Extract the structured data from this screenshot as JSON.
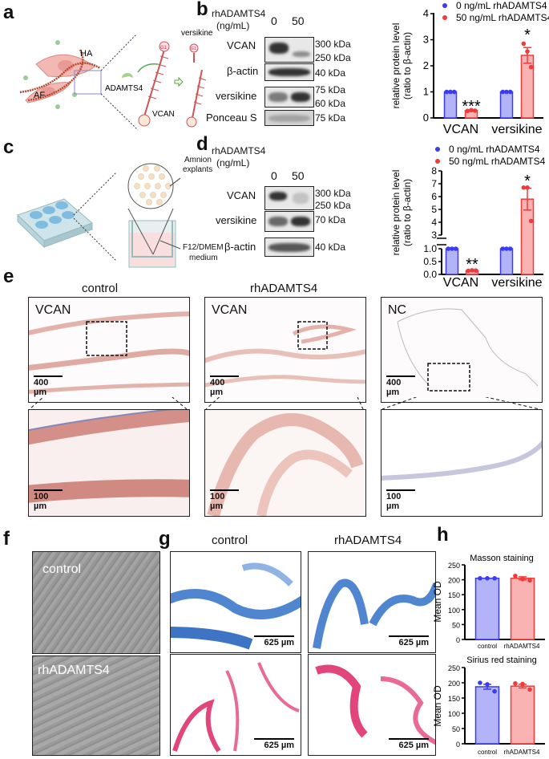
{
  "panel_labels": {
    "a": "a",
    "b": "b",
    "c": "c",
    "d": "d",
    "e": "e",
    "f": "f",
    "g": "g",
    "h": "h"
  },
  "panel_a": {
    "ha": "HA",
    "af": "AF",
    "enzyme": "ADAMTS4",
    "vcan": "VCAN",
    "versikine": "versikine",
    "g1": "G1",
    "g1b": "G1"
  },
  "panel_b": {
    "treatment_line1": "rhADAMTS4",
    "treatment_line2": "(ng/mL)",
    "dose0": "0",
    "dose50": "50",
    "rows": [
      "VCAN",
      "β-actin",
      "versikine",
      "Ponceau S"
    ],
    "markers": [
      "300 kDa",
      "250 kDa",
      "40 kDa",
      "75 kDa",
      "60 kDa",
      "75 kDa"
    ]
  },
  "panel_c": {
    "explants": "Amnion explants",
    "explants1": "Amnion",
    "explants2": "explants",
    "medium1": "F12/DMEM",
    "medium2": "medium"
  },
  "panel_d": {
    "treatment_line1": "rhADAMTS4",
    "treatment_line2": "(ng/mL)",
    "dose0": "0",
    "dose50": "50",
    "rows": [
      "VCAN",
      "versikine",
      "β-actin"
    ],
    "markers": [
      "300 kDa",
      "250 kDa",
      "70 kDa",
      "40 kDa"
    ]
  },
  "panel_e": {
    "col_titles": [
      "control",
      "rhADAMTS4"
    ],
    "stain_labels": [
      "VCAN",
      "VCAN",
      "NC"
    ],
    "scale_top": "400 µm",
    "scale_bottom": "100 µm"
  },
  "panel_f": {
    "labels": [
      "control",
      "rhADAMTS4"
    ]
  },
  "panel_g": {
    "col_titles": [
      "control",
      "rhADAMTS4"
    ],
    "scale": "625 µm"
  },
  "colors": {
    "control": "#3b3bf0",
    "control_fill": "#b3b3f7",
    "treated": "#f03b3b",
    "treated_fill": "#f9b3b3"
  },
  "chart_data": [
    {
      "type": "bar",
      "id": "b",
      "ylabel": "relative protein level (ratio to β-actin)",
      "ylabel1": "relative protein level",
      "ylabel2": "(ratio to β-actin)",
      "categories": [
        "VCAN",
        "versikine"
      ],
      "ylim": [
        0,
        4
      ],
      "yticks": [
        "0",
        "1",
        "2",
        "3",
        "4"
      ],
      "legend_position": "top",
      "series": [
        {
          "name": "0 ng/mL rhADAMTS4",
          "values": [
            1,
            1
          ],
          "points": [
            [
              1,
              1,
              1
            ],
            [
              1,
              1,
              1
            ]
          ],
          "sem": [
            0,
            0
          ]
        },
        {
          "name": "50 ng/mL rhADAMTS4",
          "values": [
            0.28,
            2.4
          ],
          "points": [
            [
              0.27,
              0.3,
              0.28
            ],
            [
              2.85,
              2.55,
              1.95
            ]
          ],
          "sem": [
            0.01,
            0.3
          ]
        }
      ],
      "annotations": [
        "***",
        "*"
      ]
    },
    {
      "type": "bar",
      "id": "d",
      "ylabel1": "relative protein level",
      "ylabel2": "(ratio to β-actin)",
      "axis_break": [
        1,
        3
      ],
      "categories": [
        "VCAN",
        "versikine"
      ],
      "ylim": [
        0,
        8
      ],
      "yticks": [
        "0.0",
        "0.5",
        "1.0",
        "3",
        "4",
        "5",
        "6",
        "7",
        "8"
      ],
      "legend_position": "top",
      "series": [
        {
          "name": "0 ng/mL rhADAMTS4",
          "values": [
            1,
            1
          ],
          "points": [
            [
              1,
              1,
              1
            ],
            [
              1,
              1,
              1
            ]
          ],
          "sem": [
            0,
            0
          ]
        },
        {
          "name": "50 ng/mL rhADAMTS4",
          "values": [
            0.15,
            5.8
          ],
          "points": [
            [
              0.14,
              0.16,
              0.15
            ],
            [
              6.7,
              6.7,
              4.1
            ]
          ],
          "sem": [
            0.01,
            0.85
          ]
        }
      ],
      "annotations": [
        "**",
        "*"
      ]
    },
    {
      "type": "bar",
      "id": "h1",
      "title": "Masson staining",
      "ylabel": "Mean OD",
      "categories": [
        "control",
        "rhADAMTS4"
      ],
      "ylim": [
        0,
        250
      ],
      "yticks": [
        "0",
        "50",
        "100",
        "150",
        "200",
        "250"
      ],
      "values": [
        205,
        205
      ],
      "points": [
        [
          205,
          205,
          205
        ],
        [
          213,
          202,
          198
        ]
      ],
      "sem": [
        0,
        5
      ]
    },
    {
      "type": "bar",
      "id": "h2",
      "title": "Sirius red staining",
      "ylabel": "Mean OD",
      "categories": [
        "control",
        "rhADAMTS4"
      ],
      "ylim": [
        0,
        250
      ],
      "yticks": [
        "0",
        "50",
        "100",
        "150",
        "200",
        "250"
      ],
      "values": [
        187,
        189
      ],
      "points": [
        [
          200,
          195,
          172
        ],
        [
          198,
          196,
          178
        ]
      ],
      "sem": [
        8,
        6
      ]
    }
  ]
}
